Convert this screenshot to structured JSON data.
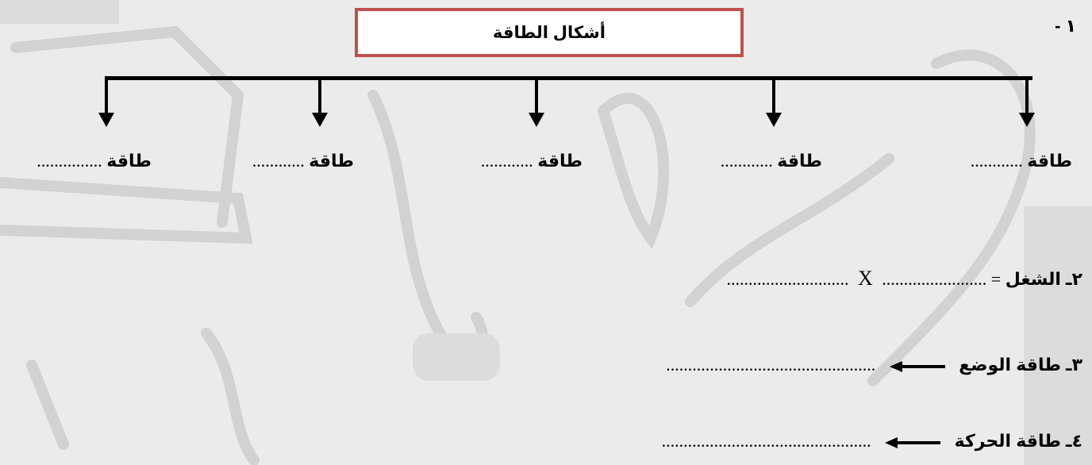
{
  "q1": {
    "number": "١ -",
    "title": "أشكال الطاقة",
    "items": [
      {
        "word": "طاقة",
        "blank": "............"
      },
      {
        "word": "طاقة",
        "blank": "............"
      },
      {
        "word": "طاقة",
        "blank": "............"
      },
      {
        "word": "طاقة",
        "blank": "............"
      },
      {
        "word": "طاقة",
        "blank": "..............."
      }
    ]
  },
  "q2": {
    "label": "٢ـ الشغل",
    "equals": "=",
    "blank1": "........................",
    "times": "X",
    "blank2": "............................"
  },
  "q3": {
    "label": "٣ـ طاقة الوضع",
    "blank": "................................................"
  },
  "q4": {
    "label": "٤ـ طاقة الحركة",
    "blank": "................................................"
  }
}
